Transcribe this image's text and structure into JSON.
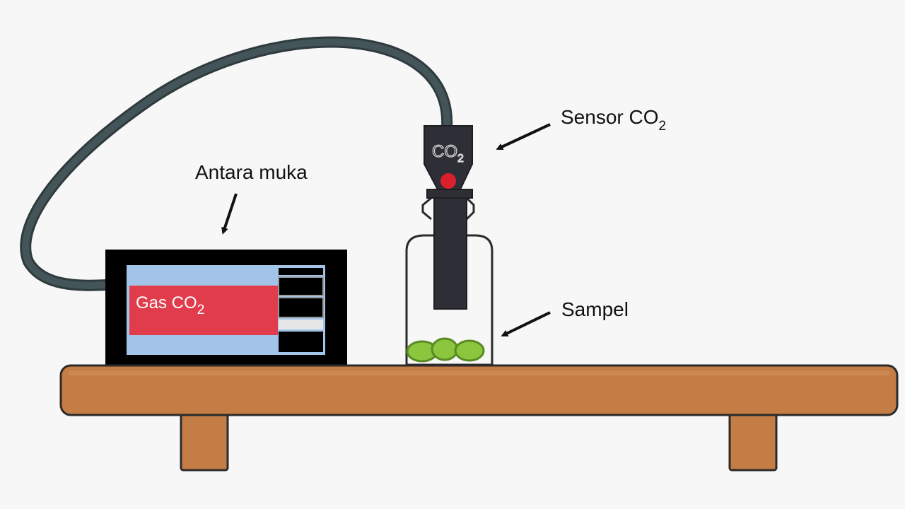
{
  "labels": {
    "interface": "Antara muka",
    "sensor_prefix": "Sensor CO",
    "sensor_sub": "2",
    "sample": "Sampel"
  },
  "screen": {
    "text_prefix": "Gas CO",
    "text_sub": "2"
  },
  "sensor_body": {
    "text_prefix": "CO",
    "text_sub": "2"
  },
  "colors": {
    "background": "#f7f7f7",
    "table_top": "#c47d44",
    "table_leg": "#c47d44",
    "outline": "#2b2b2b",
    "cable": "#3f4b4f",
    "device_body": "#000000",
    "screen_bg": "#a2c4e8",
    "screen_bar": "#e03c4c",
    "sensor_body": "#2e2e36",
    "sensor_led": "#d9202c",
    "sample": "#8cc63f",
    "arrow": "#111111"
  }
}
